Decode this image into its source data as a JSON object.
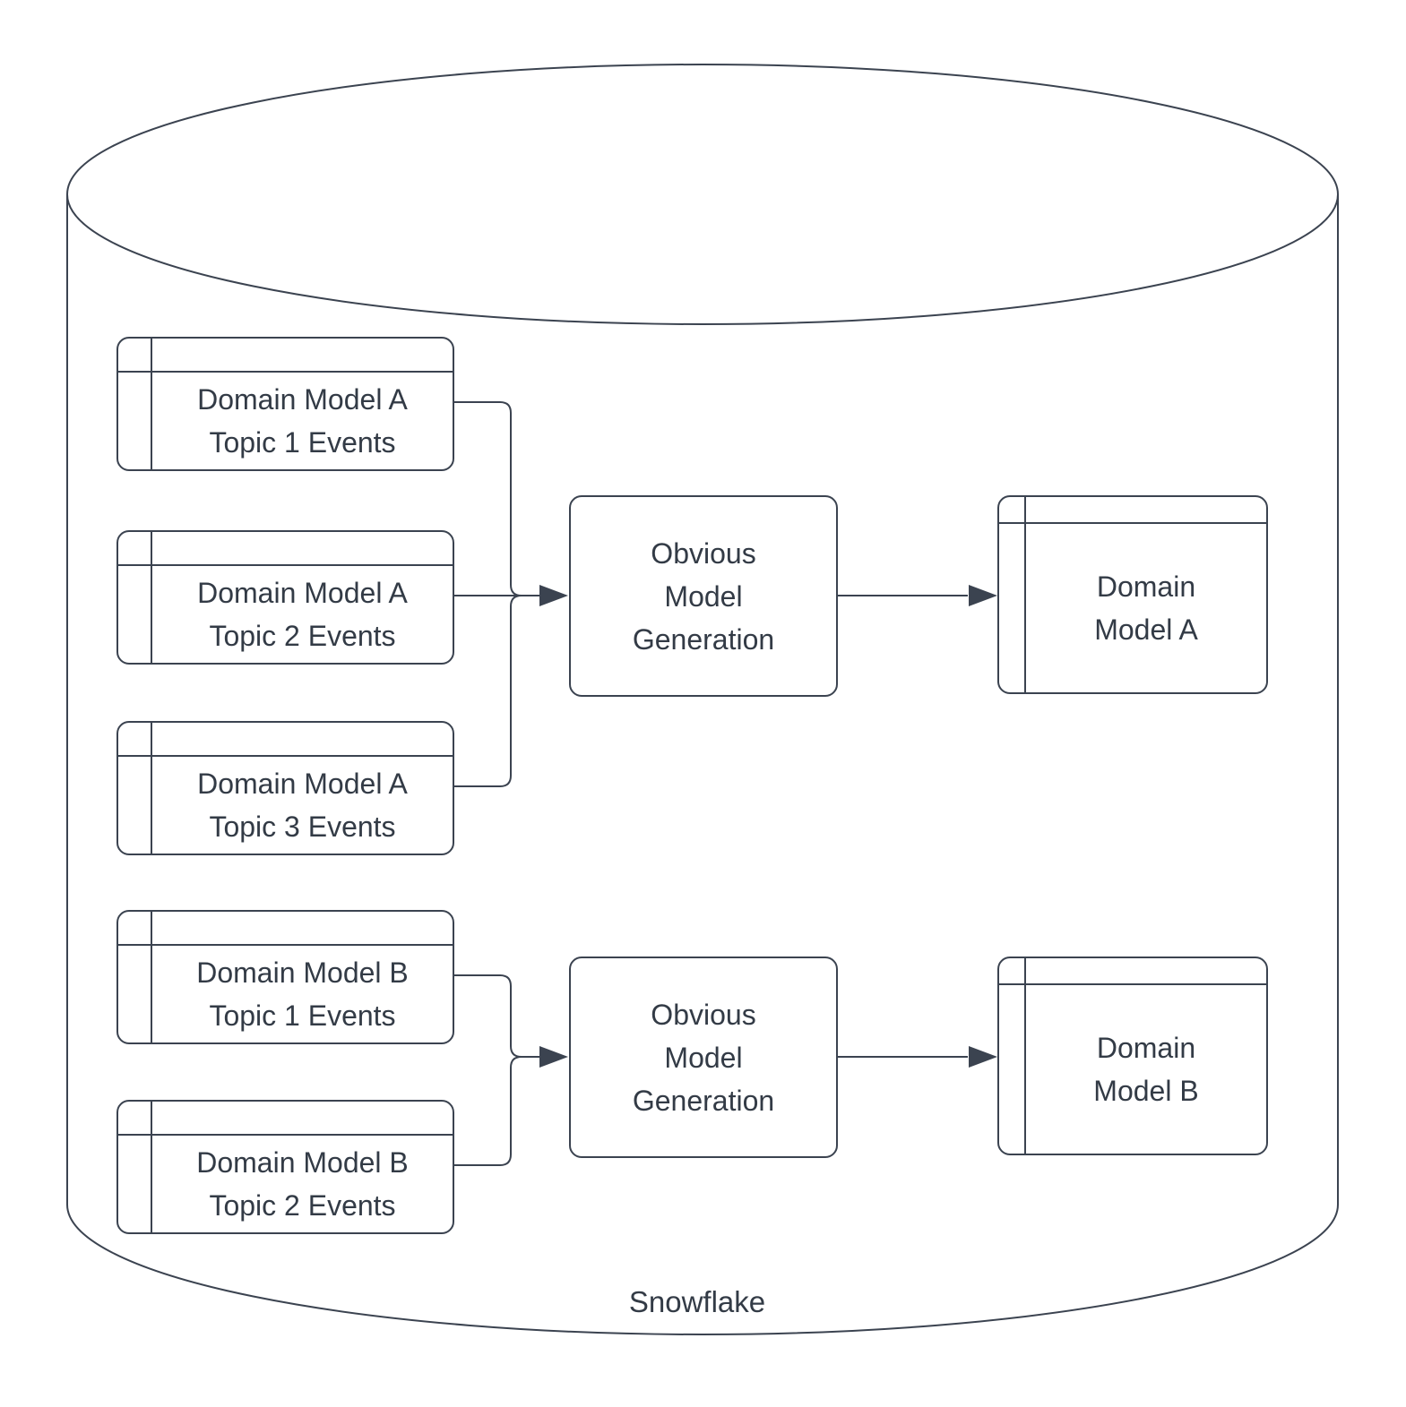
{
  "colors": {
    "stroke": "#3b4350",
    "text": "#333b46",
    "background": "#ffffff"
  },
  "cylinder": {
    "label": "Snowflake"
  },
  "tables": {
    "a1": {
      "line1": "Domain Model A",
      "line2": "Topic 1 Events"
    },
    "a2": {
      "line1": "Domain Model A",
      "line2": "Topic 2 Events"
    },
    "a3": {
      "line1": "Domain Model A",
      "line2": "Topic 3 Events"
    },
    "b1": {
      "line1": "Domain Model B",
      "line2": "Topic 1 Events"
    },
    "b2": {
      "line1": "Domain Model B",
      "line2": "Topic 2 Events"
    }
  },
  "processes": {
    "a": {
      "line1": "Obvious",
      "line2": "Model",
      "line3": "Generation"
    },
    "b": {
      "line1": "Obvious",
      "line2": "Model",
      "line3": "Generation"
    }
  },
  "outputs": {
    "a": {
      "line1": "Domain",
      "line2": "Model A"
    },
    "b": {
      "line1": "Domain",
      "line2": "Model B"
    }
  }
}
